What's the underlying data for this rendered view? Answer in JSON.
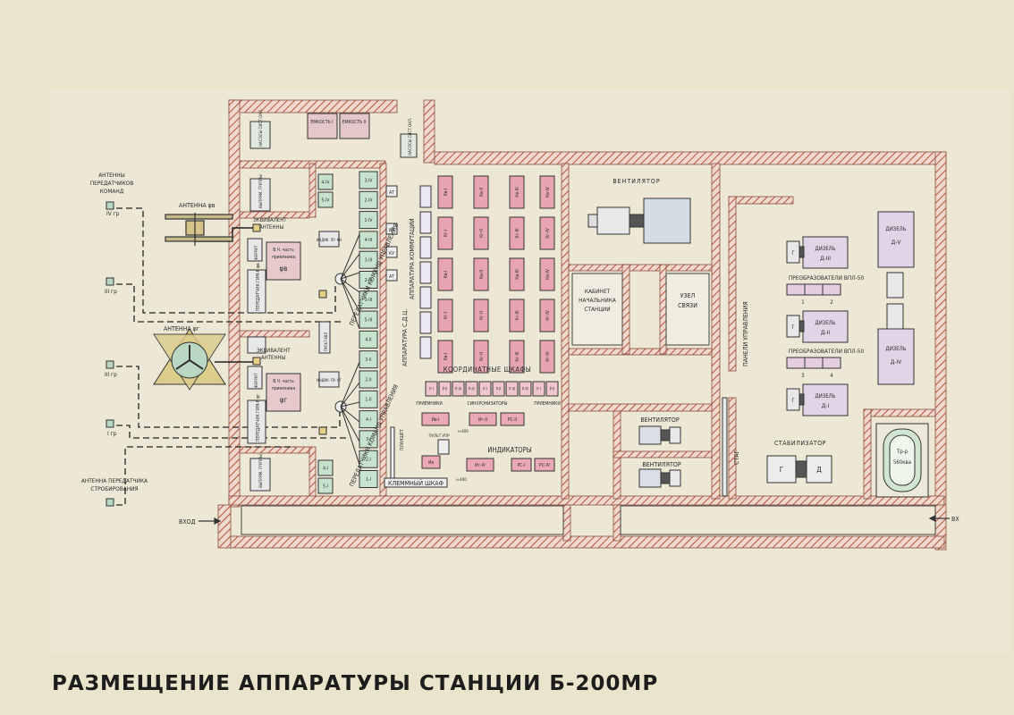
{
  "caption": "РАЗМЕЩЕНИЕ АППАРАТУРЫ СТАНЦИИ Б-200МР",
  "antennas": {
    "ant_cmd_tx": [
      "АНТЕННЫ",
      "ПЕРЕДАТЧИКОВ",
      "КОМАНД"
    ],
    "ant_phi_v": "АНТЕННА φв",
    "ant_phi_g": "АНТЕННА φг",
    "ant_strobe": [
      "АНТЕННА ПЕРЕДАТЧИКА",
      "СТРОБИРОВАНИЯ"
    ],
    "gr4": "IV гр",
    "gr3a": "III гр",
    "gr3b": "III гр",
    "gr1": "I гр"
  },
  "left": {
    "tank1": "ЕМКОСТЬ I",
    "tank2": "ЕМКОСТЬ II",
    "pump1": "НАСОСЫ СИСТ.ОХЛ.",
    "pump2": "НАСОСЫ СИСТ.ОХЛ.",
    "rect1": "ВЫПРЯМ. ГРУППЫ",
    "rect2": "ВЫПРЯМ. ГРУППЫ",
    "equiv1": [
      "ЭКВИВАЛЕНТ",
      "АНТЕННЫ"
    ],
    "equiv2": [
      "ЭКВИВАЛЕНТ",
      "АНТЕННЫ"
    ],
    "rf1": [
      "В.Ч. часть",
      "приемника",
      "φв"
    ],
    "rf2": [
      "В.Ч. часть",
      "приемника",
      "φг"
    ],
    "ferrite": "ФЕРРИТ",
    "gim_v": "ПЕРЕДАТЧИК ГИМ-6 φв",
    "gim_g": "ПЕРЕДАТЧИК ГИМ-6 φг",
    "indic_v": "ИНДИК. ПР. КН",
    "indic_g": "ИНДИК. ПР. КГ",
    "pult_vvl": "ПУЛЬТ ВВЛ",
    "cmd_v": "ПЕРЕДАТЧИКИ КОМАНД УПРАВЛЕНИЯ",
    "cmd_g": "ПЕРЕДАТЧИКИ КОМАНД УПРАВЛЕНИЯ",
    "col_a": [
      "4-IV",
      "5-IV",
      "",
      "",
      "",
      "",
      "",
      "",
      "",
      "",
      "",
      "",
      "4-I",
      "5-I"
    ],
    "col_b": [
      "3-IV",
      "2-IV",
      "1-IV",
      "4-III",
      "3-III",
      "2-III",
      "1-III",
      "5-III",
      "4-II",
      "3-II",
      "2-II",
      "1-II",
      "4-I",
      "3-I",
      "2-I",
      "1-I"
    ]
  },
  "middle": {
    "commutation": "АППАРАТУРА КОММУТАЦИИ",
    "sdc": "АППАРАТУРА С.Д.Ц.",
    "coords": "КООРДИНАТНЫЕ ШКАФЫ",
    "sync": "СИНХРОНИЗАТОРЫ",
    "receivers": "ПРИЕМНИКИ",
    "indicators": "ИНДИКАТОРЫ",
    "planshet": "ПЛАНШЕТ",
    "terminal": "КЛЕММНЫЙ ШКАФ",
    "pult_upr": "ПУЛЬТ УПР",
    "n400a": "н-400",
    "n400b": "н-400",
    "kt": [
      "АТ",
      "ИК",
      "КУ",
      "АТ"
    ],
    "grid_rows": [
      [
        "Кв-I",
        "Кв-II",
        "Кв-III",
        "Кв-IV"
      ],
      [
        "Кг-I",
        "Кг-II",
        "Кг-III",
        "Кг-IV"
      ],
      [
        "Кв-I",
        "Кв-II",
        "Кв-III",
        "Кв-IV"
      ],
      [
        "Кг-I",
        "Кг-II",
        "Кг-III",
        "Кг-IV"
      ],
      [
        "Кв-I",
        "Кг-II",
        "Кг-III",
        "Кг-IV"
      ]
    ],
    "sync_units": [
      "Р-I",
      "Р-II",
      "Р-III",
      "Р-IV",
      "Р-I",
      "Р-II",
      "Р-III",
      "Р-IV",
      "Р-I",
      "Р-II"
    ],
    "ind_units": [
      "Ив-I",
      "Иг-II",
      "РС-II",
      "Ив",
      "Иг-IV",
      "РС-I",
      "РС-IV"
    ]
  },
  "right": {
    "vent_big": "ВЕНТИЛЯТОР",
    "vent1": "ВЕНТИЛЯТОР",
    "vent2": "ВЕНТИЛЯТОР",
    "cabinet": [
      "КАБИНЕТ",
      "НАЧАЛЬНИКА",
      "СТАНЦИИ"
    ],
    "node": [
      "УЗЕЛ",
      "СВЯЗИ"
    ],
    "panels": "ПАНЕЛИ УПРАВЛЕНИЯ",
    "stag": "СТАГ",
    "stabil": "СТАБИЛИЗАТОР",
    "transformer": [
      "Тр-р",
      "560ква"
    ],
    "diesel1": [
      "ДИЗЕЛЬ",
      "Д-III"
    ],
    "diesel2": [
      "ДИЗЕЛЬ",
      "Д-II"
    ],
    "diesel3": [
      "ДИЗЕЛЬ",
      "Д-I"
    ],
    "diesel4": [
      "ДИЗЕЛЬ",
      "Д-V"
    ],
    "diesel5": [
      "ДИЗЕЛЬ",
      "Д-IV"
    ],
    "conv1": "ПРЕОБРАЗОВАТЕЛИ ВПЛ-50",
    "conv2": "ПРЕОБРАЗОВАТЕЛИ ВПЛ-50",
    "nums": [
      "1",
      "2",
      "3",
      "4"
    ],
    "g": "Г",
    "d": "Д"
  },
  "entry_in": "ВХОД",
  "entry_out": "ВХ"
}
